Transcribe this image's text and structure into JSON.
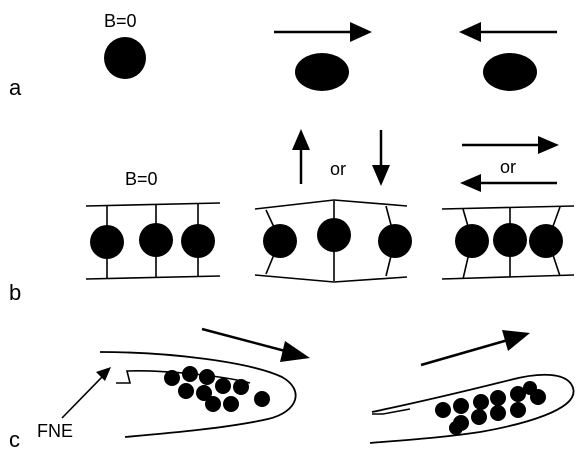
{
  "panels": {
    "a": {
      "letter": "a",
      "field_label": "B=0"
    },
    "b": {
      "letter": "b",
      "field_label": "B=0",
      "or_vertical": "or",
      "or_horizontal": "or"
    },
    "c": {
      "letter": "c",
      "annotation": "FNE"
    }
  },
  "colors": {
    "ink": "#000000",
    "background": "#ffffff"
  }
}
